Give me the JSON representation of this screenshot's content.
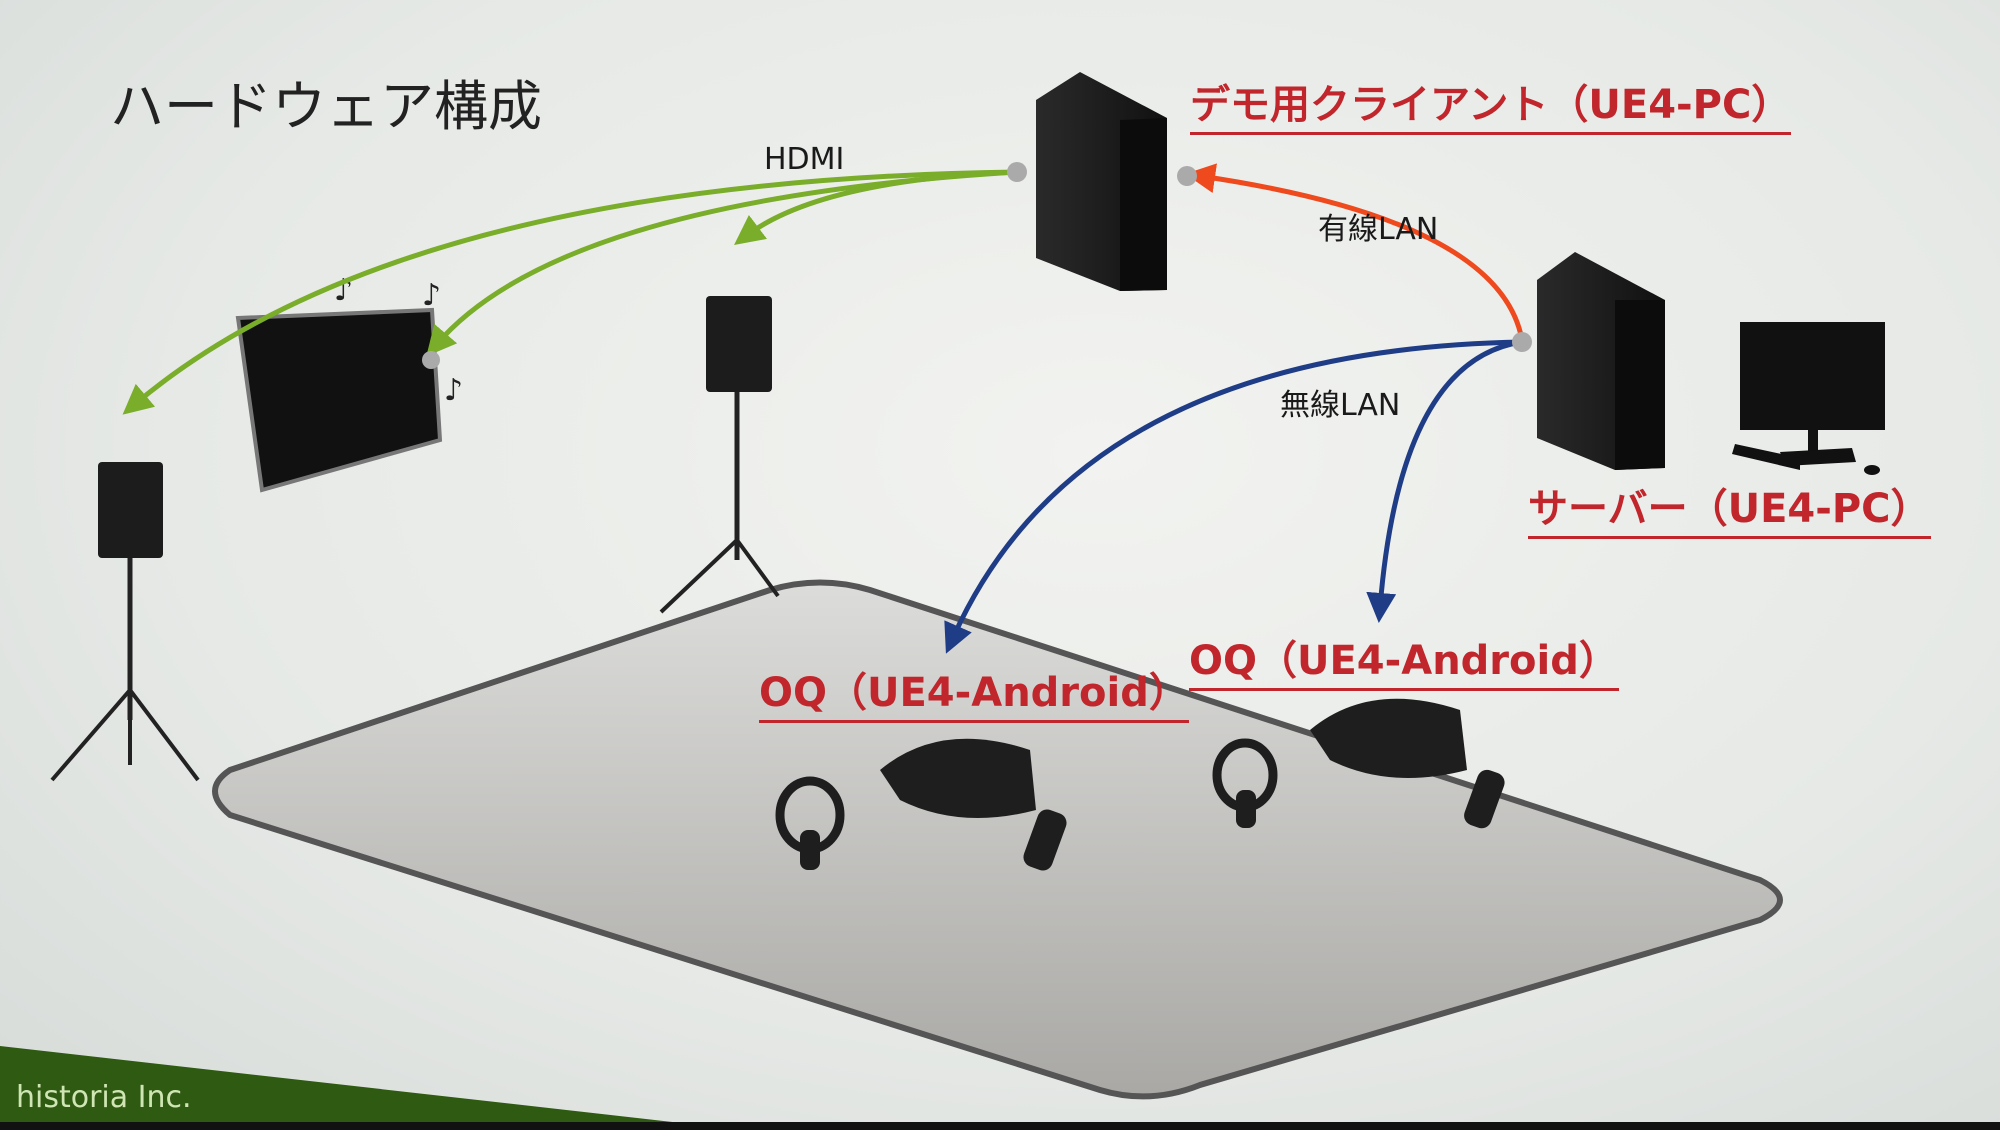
{
  "slide": {
    "title": "ハードウェア構成",
    "footer": "historia Inc.",
    "labels": {
      "client": "デモ用クライアント（UE4-PC）",
      "server": "サーバー（UE4-PC）",
      "oq_left": "OQ（UE4-Android）",
      "oq_right": "OQ（UE4-Android）",
      "hdmi": "HDMI",
      "wired_lan": "有線LAN",
      "wireless_lan": "無線LAN"
    },
    "colors": {
      "hdmi": "#79ad2a",
      "wired": "#ee4a1e",
      "wireless": "#1f3d86",
      "label_red": "#c0262b",
      "footer_band": "#2f5a12"
    }
  }
}
